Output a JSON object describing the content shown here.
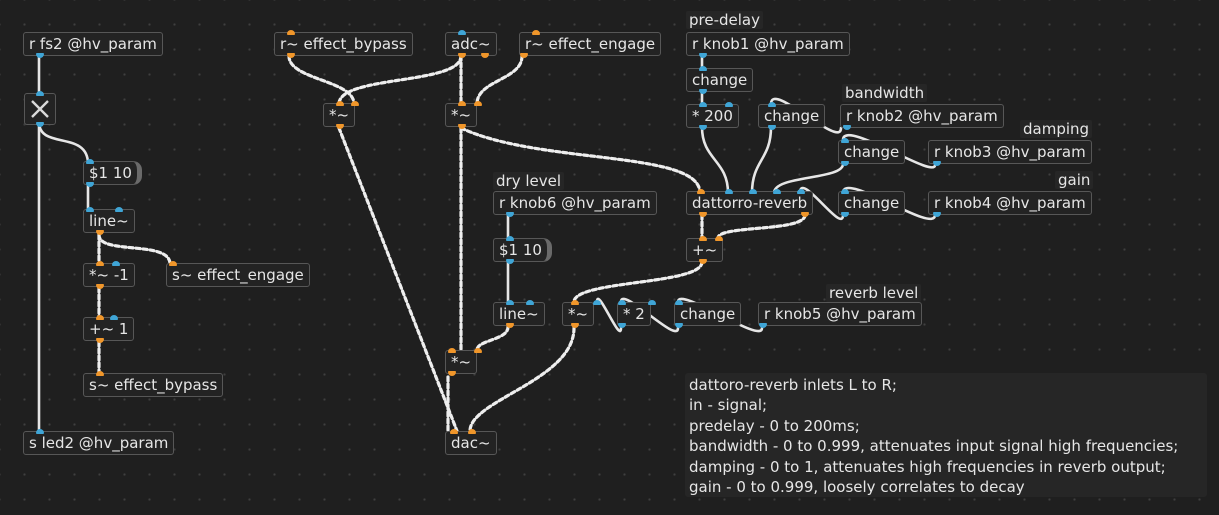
{
  "objects": {
    "r_fs2": "r fs2 @hv_param",
    "msg_11": "$1 10",
    "line_left": "line~",
    "mul_neg1": "*~ -1",
    "send_engage": "s~ effect_engage",
    "add_one": "+~ 1",
    "send_bypass": "s~ effect_bypass",
    "s_led2": "s led2 @hv_param",
    "r_bypass": "r~ effect_bypass",
    "mul_left": "*~",
    "adc": "adc~",
    "mul_mid": "*~",
    "r_engage": "r~ effect_engage",
    "r_knob6": "r knob6 @hv_param",
    "msg_dry": "$1 10",
    "line_dry": "line~",
    "mul_dry": "*~",
    "dac": "dac~",
    "r_knob1": "r knob1 @hv_param",
    "change1": "change",
    "mul200": "* 200",
    "change2": "change",
    "r_knob2": "r knob2 @hv_param",
    "change3": "change",
    "r_knob3": "r knob3 @hv_param",
    "reverb": "dattorro-reverb",
    "change4": "change",
    "r_knob4": "r knob4 @hv_param",
    "sum": "+~",
    "mul_rev": "*~",
    "mul2": "* 2",
    "change5": "change",
    "r_knob5": "r knob5 @hv_param"
  },
  "labels": {
    "pre_delay": "pre-delay",
    "bandwidth": "bandwidth",
    "damping": "damping",
    "gain": "gain",
    "dry_level": "dry level",
    "reverb_level": "reverb level"
  },
  "comment": {
    "lines": [
      "dattoro-reverb inlets L to R;",
      "in - signal;",
      "predelay - 0 to 200ms;",
      "bandwidth - 0 to 0.999, attenuates input signal high frequencies;",
      "damping - 0 to 1, attenuates high frequencies in reverb output;",
      "gain - 0 to 0.999, loosely correlates to decay"
    ]
  },
  "colors": {
    "signal": "#f0962a",
    "control": "#3fa5d6",
    "background": "#1f1f1f",
    "wire": "#e8e8e8"
  }
}
